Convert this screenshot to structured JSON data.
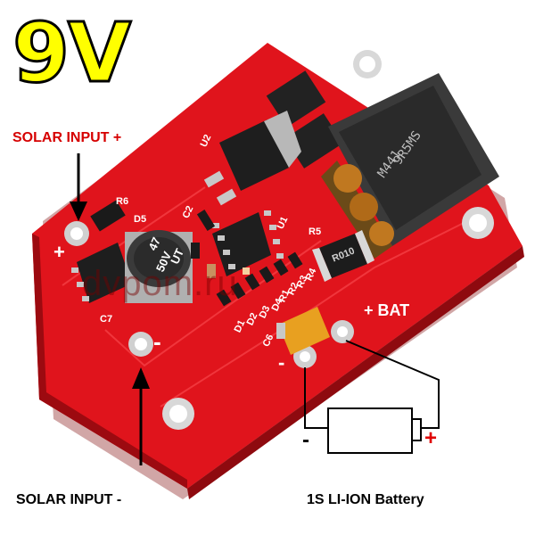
{
  "headline": "9V",
  "labels": {
    "solar_input_plus": "SOLAR INPUT +",
    "solar_input_minus": "SOLAR INPUT -",
    "battery": "1S LI-ION Battery"
  },
  "board_markings": {
    "plus": "+",
    "minus": "-",
    "bat_plus": "+ BAT",
    "bat_minus": "-",
    "r6": "R6",
    "d5": "D5",
    "c2": "C2",
    "u2": "U2",
    "u1": "U1",
    "r5": "R5",
    "c7": "C7",
    "c6": "C6",
    "r_codes": [
      "R1",
      "R2",
      "R3",
      "R4"
    ],
    "d_codes": [
      "D1",
      "D2",
      "D3",
      "D4"
    ]
  },
  "components": {
    "capacitor_text": [
      "47",
      "50V",
      "UT"
    ],
    "inductor_text": [
      "9R5MS",
      "M441"
    ],
    "resistor_text": "R010"
  },
  "battery_terminals": {
    "minus": "-",
    "plus": "+"
  },
  "watermark": "dvpom.ru",
  "colors": {
    "board": "#e0141c",
    "headline": "#ffff00",
    "label_red": "#d60000"
  }
}
